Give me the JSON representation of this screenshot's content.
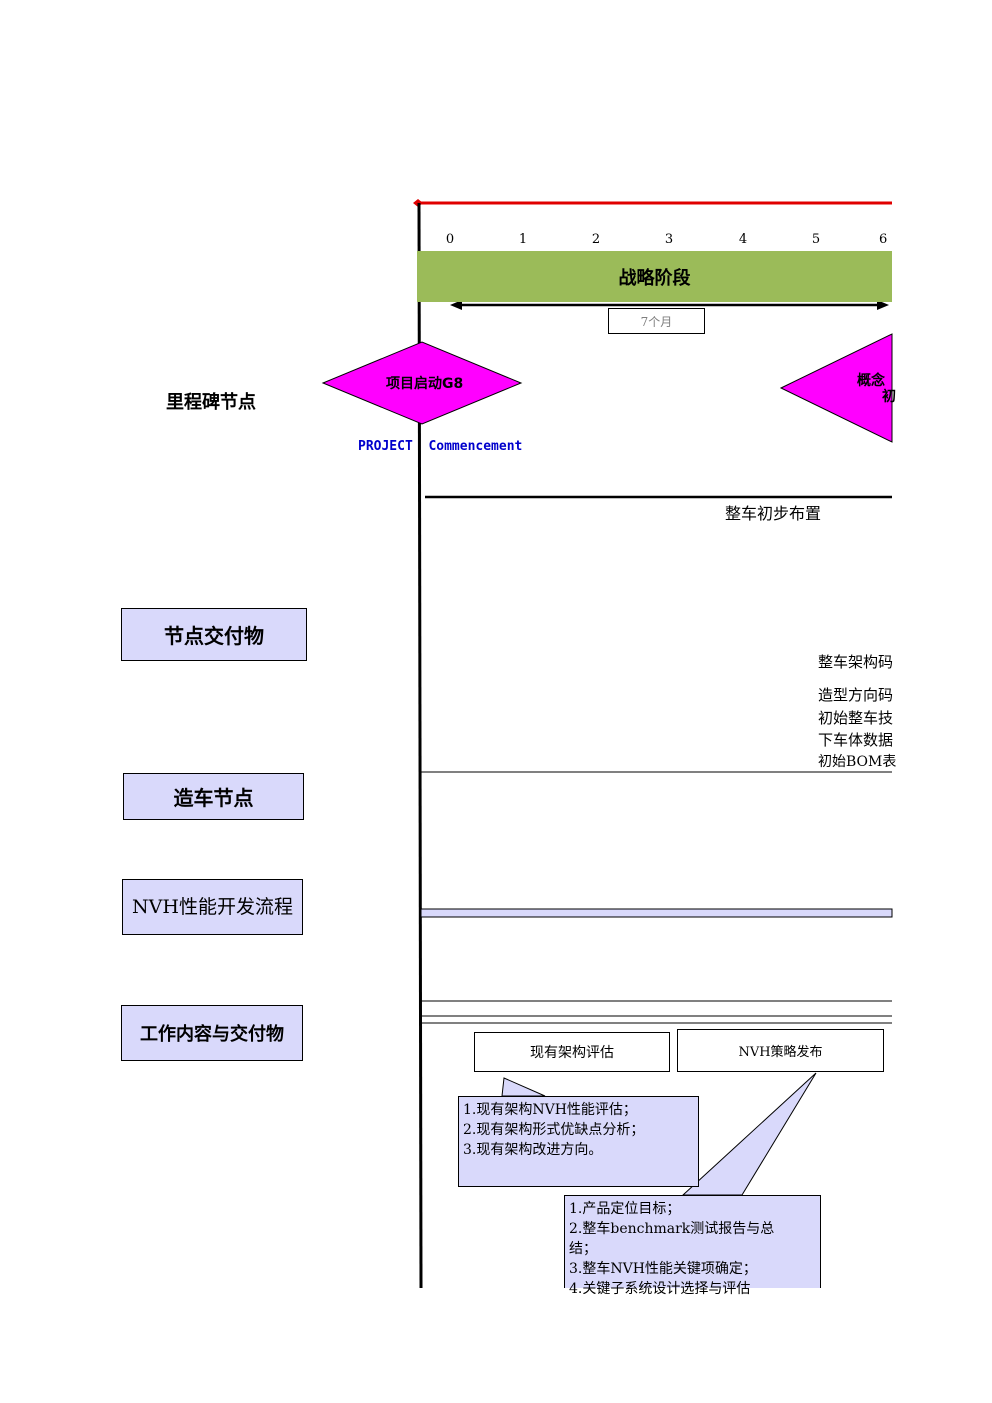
{
  "timeline": {
    "ticks": [
      "0",
      "1",
      "2",
      "3",
      "4",
      "5",
      "6"
    ],
    "phase_label": "战略阶段",
    "duration_label": "7个月"
  },
  "milestones": {
    "row_label": "里程碑节点",
    "start_label": "项目启动G8",
    "start_subtitle": "PROJECT  Commencement",
    "next_label_line1": "概念",
    "next_label_line2": "初"
  },
  "sections": {
    "deliverables": "节点交付物",
    "build": "造车节点",
    "nvh_process": "NVH性能开发流程",
    "work_content": "工作内容与交付物"
  },
  "deliverables": {
    "layout": "整车初步布置",
    "items": [
      "整车架构码",
      "造型方向码",
      "初始整车技",
      "下车体数据",
      "初始BOM表"
    ]
  },
  "work": {
    "box1": "现有架构评估",
    "box2": "NVH策略发布",
    "callout1": [
      "1.现有架构NVH性能评估；",
      "2.现有架构形式优缺点分析；",
      "3.现有架构改进方向。"
    ],
    "callout2": [
      "1.产品定位目标；",
      "2.整车benchmark测试报告与总",
      "结；",
      "3.整车NVH性能关键项确定；",
      "4.关键子系统设计选择与评估"
    ]
  },
  "colors": {
    "timeline_red": "#e00000",
    "phase_green": "#9bbb59",
    "milestone_magenta": "#ff00ff",
    "box_lavender": "#d9d9fb",
    "subtitle_blue": "#0000cc"
  }
}
